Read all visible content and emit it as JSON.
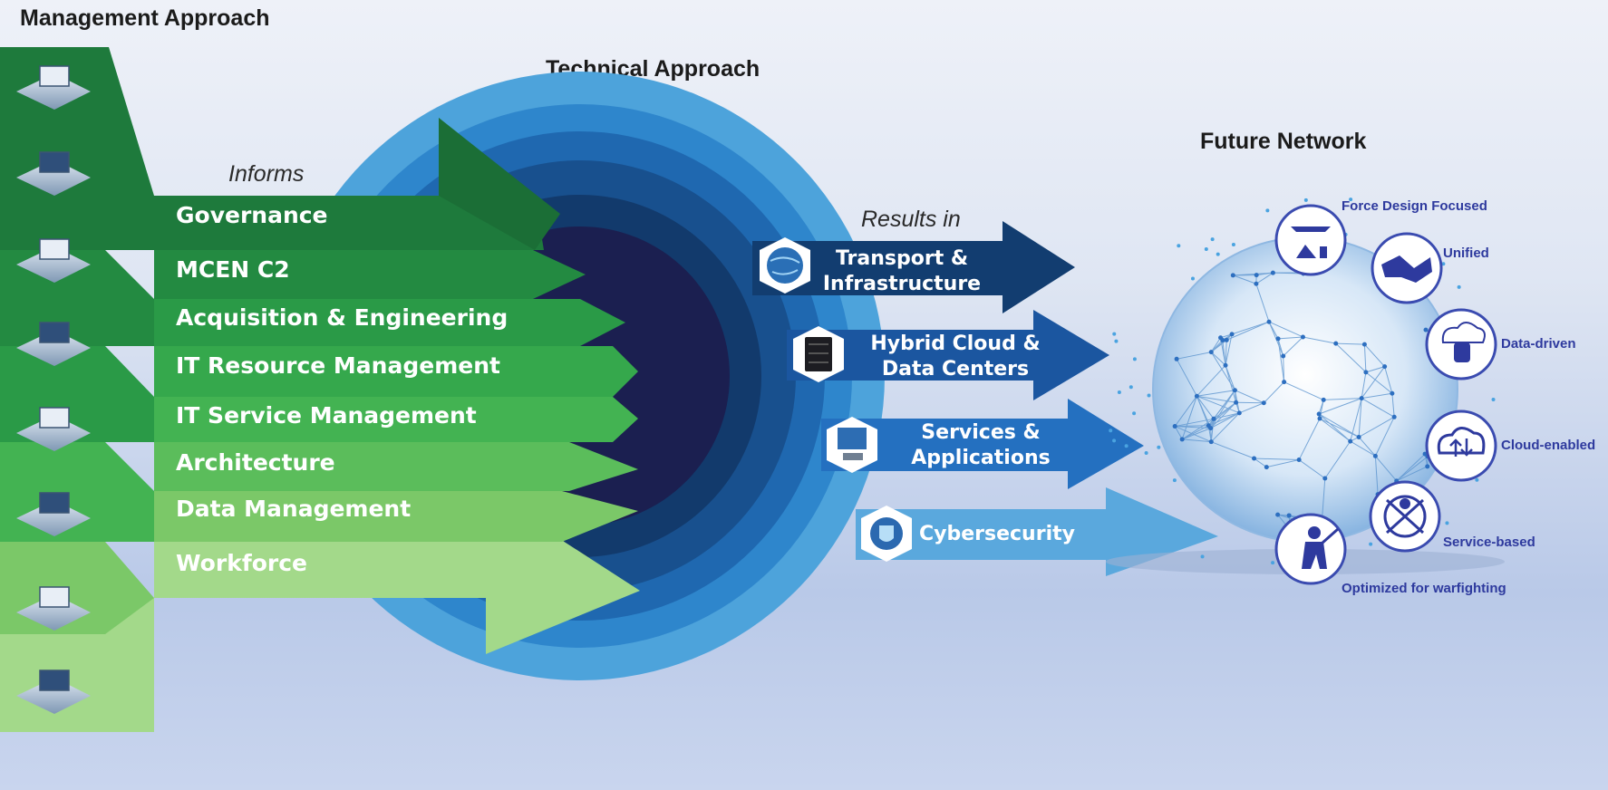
{
  "titles": {
    "management": "Management Approach",
    "technical": "Technical Approach",
    "future": "Future Network"
  },
  "connectors": {
    "informs": "Informs",
    "results_in": "Results in"
  },
  "management_items": [
    {
      "label": "Governance",
      "color": "#1e7a3c"
    },
    {
      "label": "MCEN C2",
      "color": "#238a41"
    },
    {
      "label": "Acquisition & Engineering",
      "color": "#2a9a47"
    },
    {
      "label": "IT Resource Management",
      "color": "#35a84c"
    },
    {
      "label": "IT Service Management",
      "color": "#43b352"
    },
    {
      "label": "Architecture",
      "color": "#5bbd5b"
    },
    {
      "label": "Data Management",
      "color": "#7bc868"
    },
    {
      "label": "Workforce",
      "color": "#a3d98a"
    }
  ],
  "management_icons": [
    "building-icon",
    "control-room-icon",
    "network-device-icon",
    "documents-icon",
    "server-cube-icon",
    "desk-computer-icon",
    "search-globe-icon",
    "people-arrow-icon"
  ],
  "technical_outcomes": [
    {
      "line1": "Transport &",
      "line2": "Infrastructure",
      "icon": "globe-icon",
      "color": "#123d70"
    },
    {
      "line1": "Hybrid Cloud &",
      "line2": "Data Centers",
      "icon": "server-rack-icon",
      "color": "#1b56a0"
    },
    {
      "line1": "Services &",
      "line2": "Applications",
      "icon": "workstation-icon",
      "color": "#2470c0"
    },
    {
      "line1": "Cybersecurity",
      "line2": "",
      "icon": "shield-globe-icon",
      "color": "#5aa8dd"
    }
  ],
  "future_network_attributes": [
    {
      "label": "Force Design Focused",
      "icon": "force-design-icon"
    },
    {
      "label": "Unified",
      "icon": "handshake-icon"
    },
    {
      "label": "Data-driven",
      "icon": "cloud-database-icon"
    },
    {
      "label": "Cloud-enabled",
      "icon": "cloud-transfer-icon"
    },
    {
      "label": "Service-based",
      "icon": "emblem-icon"
    },
    {
      "label": "Optimized for warfighting",
      "icon": "soldier-icon"
    }
  ]
}
